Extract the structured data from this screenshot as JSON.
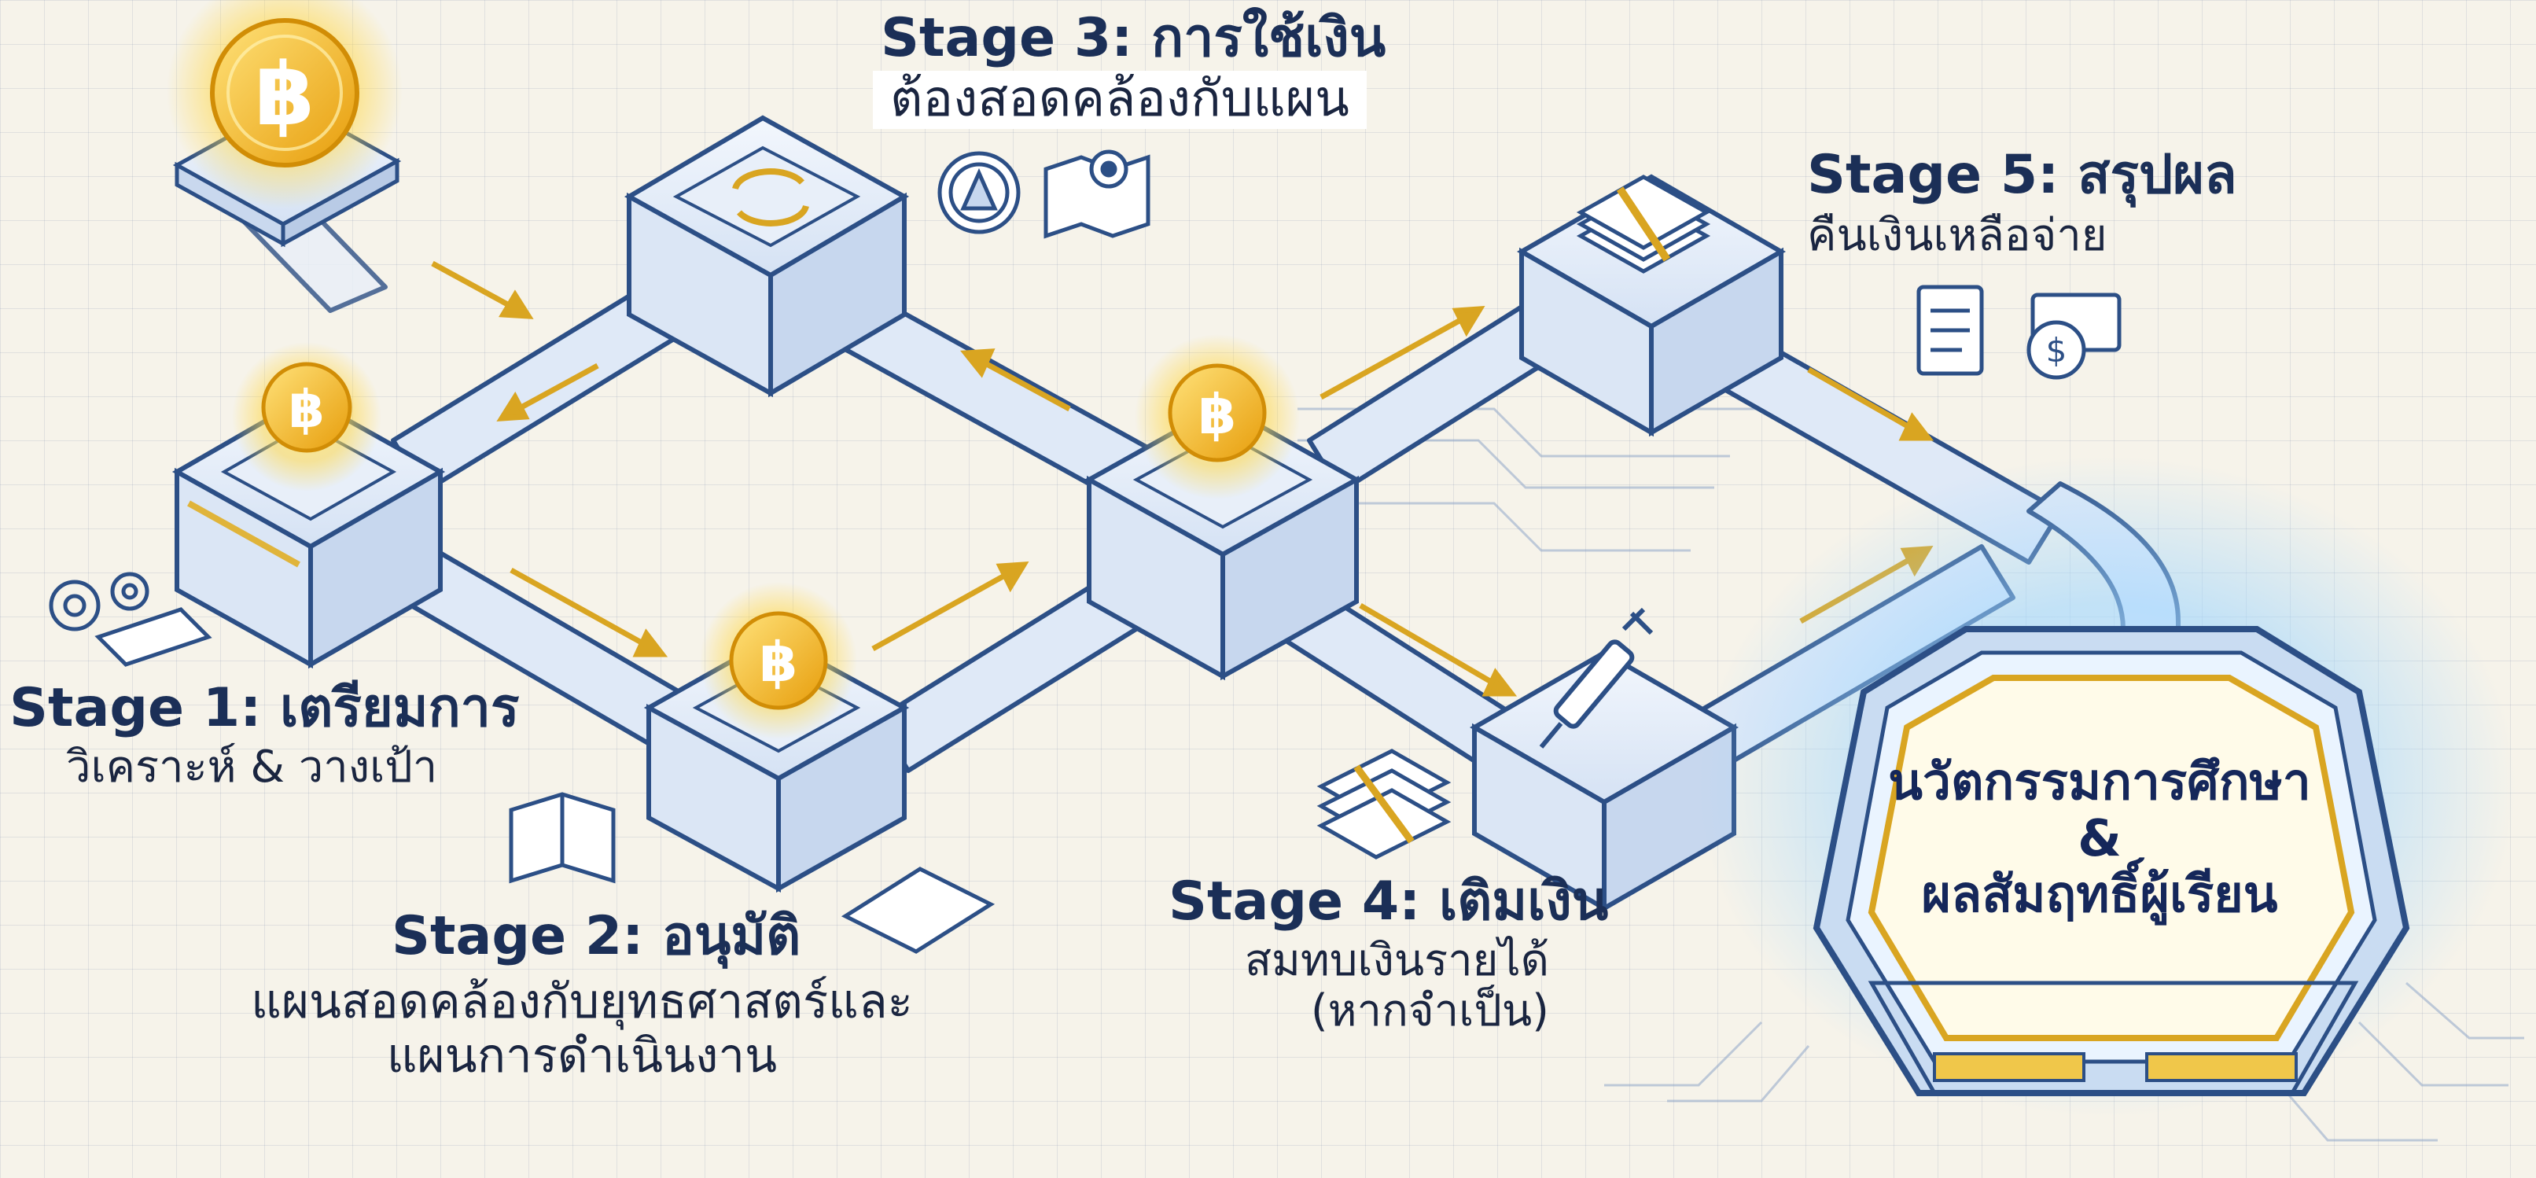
{
  "stages": [
    {
      "title": "Stage 1: เตรียมการ",
      "subtitle": "วิเคราะห์ & วางเป้า"
    },
    {
      "title": "Stage 2: อนุมัติ",
      "subtitle": "แผนสอดคล้องกับยุทธศาสตร์และแผนการดำเนินงาน"
    },
    {
      "title": "Stage 3: การใช้เงิน",
      "subtitle": "ต้องสอดคล้องกับแผน"
    },
    {
      "title": "Stage 4: เติมเงิน",
      "subtitle": "สมทบเงินรายได้ (หากจำเป็น)"
    },
    {
      "title": "Stage 5: สรุปผล",
      "subtitle": "คืนเงินเหลือจ่าย"
    }
  ],
  "hub": {
    "line1": "นวัตกรรมการศึกษา",
    "line2": "&",
    "line3": "ผลสัมฤทธิ์ผู้เรียน"
  },
  "coin_symbol": "฿",
  "colors": {
    "pipe": "#dfe9f7",
    "pipe_stroke": "#2c4f86",
    "gold": "#f2b31c",
    "gold_glow": "#ffd84a",
    "hub_glow": "#9fd6ff",
    "title": "#1b2f57"
  }
}
